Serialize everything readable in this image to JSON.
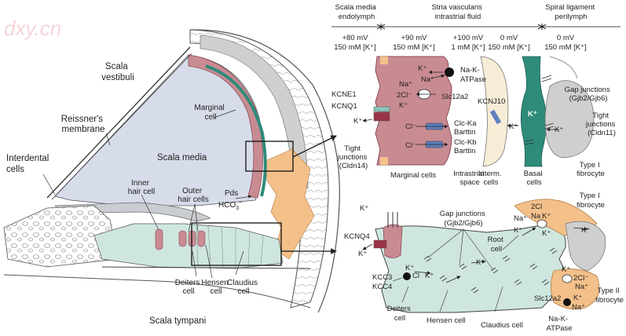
{
  "watermark": "dxy.cn",
  "cochlea": {
    "scala_vestibuli": [
      "Scala",
      "vestibuli"
    ],
    "reissners_membrane": [
      "Reissner's",
      "membrane"
    ],
    "interdental_cells": [
      "Interdental",
      "cells"
    ],
    "scala_media": "Scala media",
    "marginal_cell": [
      "Marginal",
      "cell"
    ],
    "inner_hair_cell": [
      "Inner",
      "hair cell"
    ],
    "outer_hair_cells": [
      "Outer",
      "hair cells"
    ],
    "pds": "Pds",
    "hco3": "HCO",
    "hco3_sub": "3",
    "hco3_sup": "−",
    "deiters_cell": [
      "Deiters",
      "cell"
    ],
    "hensen_cell": [
      "Hensen",
      "cell"
    ],
    "claudius_cell": [
      "Claudius",
      "cell"
    ],
    "scala_tympani": "Scala tympani"
  },
  "stria_header": {
    "col1": [
      "Scala media",
      "endolymph"
    ],
    "col2": [
      "Stria vascularis",
      "intrastrial fluid"
    ],
    "col3": [
      "Spiral ligament",
      "perilymph"
    ],
    "potentials": [
      {
        "mv": "+80 mV",
        "k": "150 mM [K⁺]"
      },
      {
        "mv": "+90 mV",
        "k": "150 mM [K⁺]"
      },
      {
        "mv": "+100 mV",
        "k": "1 mM [K⁺]"
      },
      {
        "mv": "0 mV",
        "k": "150 mM [K⁺]"
      },
      {
        "mv": "0 mV",
        "k": "150 mM [K⁺]"
      }
    ]
  },
  "stria_panel": {
    "na_k_atpase": [
      "Na-K-",
      "ATPase"
    ],
    "k_plus": "K⁺",
    "na_plus": "Na⁺",
    "cl_minus": "Cl⁻",
    "two_cl": "2Cl⁻",
    "slc12a2": "Slc12a2",
    "kcne1": "KCNE1",
    "kcnq1": "KCNQ1",
    "clc_ka": [
      "Clc-Ka",
      "Barttin"
    ],
    "clc_kb": [
      "Clc-Kb",
      "Barttin"
    ],
    "tight_junctions_left": [
      "Tight",
      "junctions",
      "(Cldn14)"
    ],
    "marginal_cells": "Marginal cells",
    "intrastrial_space": [
      "Intrastrial",
      "space"
    ],
    "kcnj10": "KCNJ10",
    "interm_cells": [
      "Interm.",
      "cells"
    ],
    "basal_cells": [
      "Basal",
      "cells"
    ],
    "gap_junctions": [
      "Gap junctions",
      "(Gjb2/Gjb6)"
    ],
    "tight_junctions_right": [
      "Tight",
      "junctions",
      "(Cldn11)"
    ],
    "type1_fibrocyte": [
      "Type I",
      "fibrocyte"
    ]
  },
  "hair_panel": {
    "kcnq4": "KCNQ4",
    "gap_junctions": [
      "Gap junctions",
      "(Gjb2/Gjb6)"
    ],
    "root_cell": [
      "Root",
      "cell"
    ],
    "kcc3": "KCC3",
    "kcc4": "KCC4",
    "deiters_cell": [
      "Deiters",
      "cell"
    ],
    "hensen_cell": "Hensen cell",
    "claudius_cell": "Claudius cell",
    "type1_fibrocyte": [
      "Type I",
      "fibrocyte"
    ],
    "type2_fibrocyte": [
      "Type II",
      "fibrocyte"
    ],
    "slc12a2": "Slc12a2",
    "na_k_atpase": [
      "Na-K-",
      "ATPase"
    ],
    "k_plus": "K⁺",
    "na_plus": "Na⁺",
    "cl_minus": "Cl⁻",
    "two_cl": "2Cl⁻",
    "two_cl_short": "2Cl",
    "na_short": "Na",
    "k_short": "K",
    "plus": "+",
    "minus": "−",
    "cl": "Cl"
  },
  "colors": {
    "scala_media": "#d7dcea",
    "marginal": "#c98b92",
    "marginal_dark": "#b06470",
    "stria_green": "#2e8b7a",
    "fibrocyte": "#f4c08a",
    "support": "#cfe6df",
    "grey": "#cfcfcf",
    "kcne": "#8bc3bd",
    "kcnq": "#9a3348",
    "clc": "#5e7fbf"
  }
}
